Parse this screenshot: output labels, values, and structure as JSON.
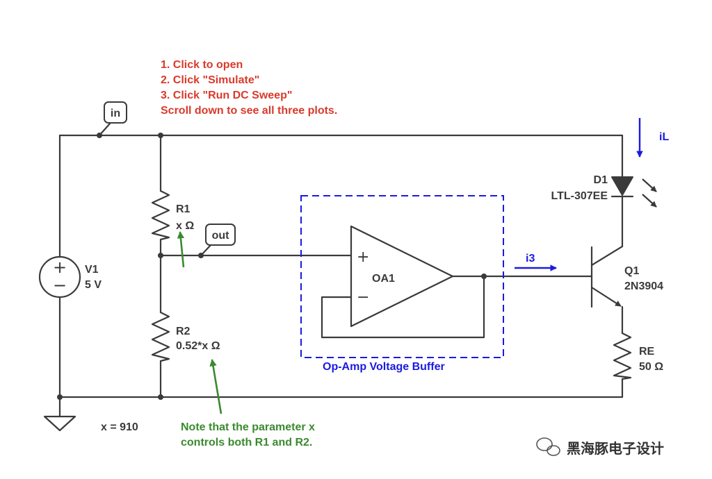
{
  "colors": {
    "wire": "#3a3a3a",
    "instructions": "#d93a2b",
    "note": "#3a8a2e",
    "current_arrow": "#1a1ae0",
    "buffer_box": "#1a1ae0"
  },
  "instructions": {
    "line1": "1. Click to open",
    "line2": "2. Click \"Simulate\"",
    "line3": "3. Click \"Run DC Sweep\"",
    "line4": "Scroll down to see all three plots."
  },
  "net_labels": {
    "in": "in",
    "out": "out"
  },
  "v1": {
    "name": "V1",
    "value": "5 V",
    "plus": "+",
    "minus": "−"
  },
  "r1": {
    "name": "R1",
    "value": "x Ω"
  },
  "r2": {
    "name": "R2",
    "value": "0.52*x Ω"
  },
  "re": {
    "name": "RE",
    "value": "50 Ω"
  },
  "d1": {
    "name": "D1",
    "part": "LTL-307EE"
  },
  "q1": {
    "name": "Q1",
    "part": "2N3904"
  },
  "oa1": {
    "name": "OA1",
    "plus": "+",
    "minus": "−"
  },
  "buffer": {
    "label": "Op-Amp Voltage Buffer"
  },
  "currents": {
    "il": "iL",
    "i3": "i3"
  },
  "parameter": "x = 910",
  "note": {
    "line1": "Note that the parameter x",
    "line2": "controls both R1 and R2."
  },
  "watermark": {
    "text": "黑海豚电子设计",
    "icon": "wechat-icon"
  }
}
